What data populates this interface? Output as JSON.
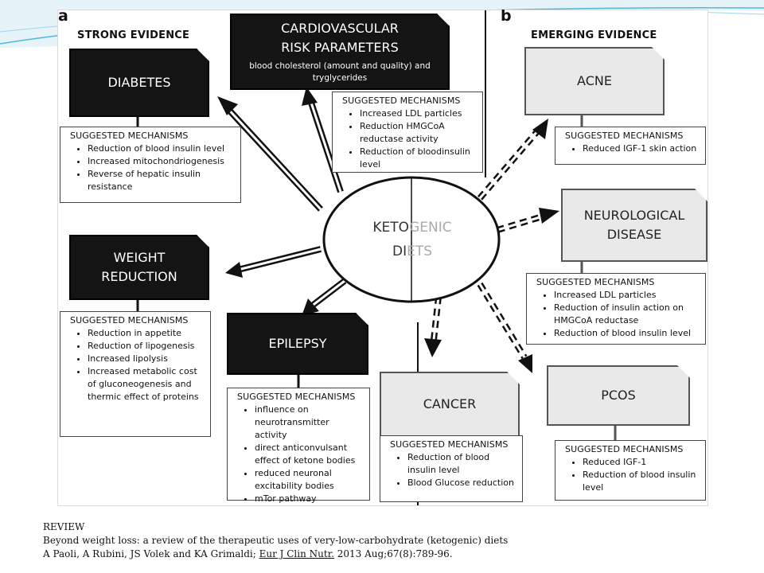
{
  "panels": {
    "a": {
      "letter": "a",
      "heading": "STRONG EVIDENCE"
    },
    "b": {
      "letter": "b",
      "heading": "EMERGING EVIDENCE"
    }
  },
  "center": {
    "line1_dark": "KETO",
    "line1_light": "GENIC",
    "line2_dark": "DI",
    "line2_light": "ETS"
  },
  "boxes": {
    "cardio": {
      "title_line1": "CARDIOVASCULAR",
      "title_line2": "RISK PARAMETERS",
      "subtitle": "blood cholesterol (amount and quality) and tryglycerides",
      "mechanisms_title": "SUGGESTED MECHANISMS",
      "mechanisms": [
        "Increased LDL particles",
        "Reduction HMGCoA reductase activity",
        "Reduction of bloodinsulin level"
      ]
    },
    "diabetes": {
      "title": "DIABETES",
      "mechanisms_title": "SUGGESTED MECHANISMS",
      "mechanisms": [
        "Reduction of blood insulin level",
        "Increased mitochondriogenesis",
        "Reverse of hepatic insulin resistance"
      ]
    },
    "weight": {
      "title_line1": "WEIGHT",
      "title_line2": "REDUCTION",
      "mechanisms_title": "SUGGESTED MECHANISMS",
      "mechanisms": [
        "Reduction in appetite",
        "Reduction of lipogenesis",
        "Increased lipolysis",
        "Increased metabolic cost of gluconeogenesis and thermic effect of proteins"
      ]
    },
    "epilepsy": {
      "title": "EPILEPSY",
      "mechanisms_title": "SUGGESTED MECHANISMS",
      "mechanisms": [
        "influence on neurotransmitter activity",
        "direct anticonvulsant effect of ketone bodies",
        "reduced neuronal excitability bodies",
        "mTor pathway"
      ]
    },
    "acne": {
      "title": "ACNE",
      "mechanisms_title": "SUGGESTED MECHANISMS",
      "mechanisms": [
        "Reduced IGF-1 skin action"
      ]
    },
    "neuro": {
      "title_line1": "NEUROLOGICAL",
      "title_line2": "DISEASE",
      "mechanisms_title": "SUGGESTED MECHANISMS",
      "mechanisms": [
        "Increased LDL particles",
        "Reduction of insulin action on HMGCoA reductase",
        "Reduction of blood insulin level"
      ]
    },
    "cancer": {
      "title": "CANCER",
      "mechanisms_title": "SUGGESTED MECHANISMS",
      "mechanisms": [
        "Reduction of  blood insulin level",
        "Blood Glucose reduction"
      ]
    },
    "pcos": {
      "title": "PCOS",
      "mechanisms_title": "SUGGESTED MECHANISMS",
      "mechanisms": [
        "Reduced IGF-1",
        "Reduction of blood insulin level"
      ]
    }
  },
  "caption": {
    "line1": "REVIEW",
    "line2": "Beyond weight loss: a review of the therapeutic uses of very-low-carbohydrate (ketogenic) diets",
    "line3_authors": "A Paoli, A Rubini, JS Volek and KA Grimaldi; ",
    "line3_journal": "Eur J Clin Nutr.",
    "line3_rest": " 2013 Aug;67(8):789-96."
  },
  "colors": {
    "dark_box": "#141414",
    "light_box": "#e9e9e9",
    "deco": "#4fb8d8"
  }
}
